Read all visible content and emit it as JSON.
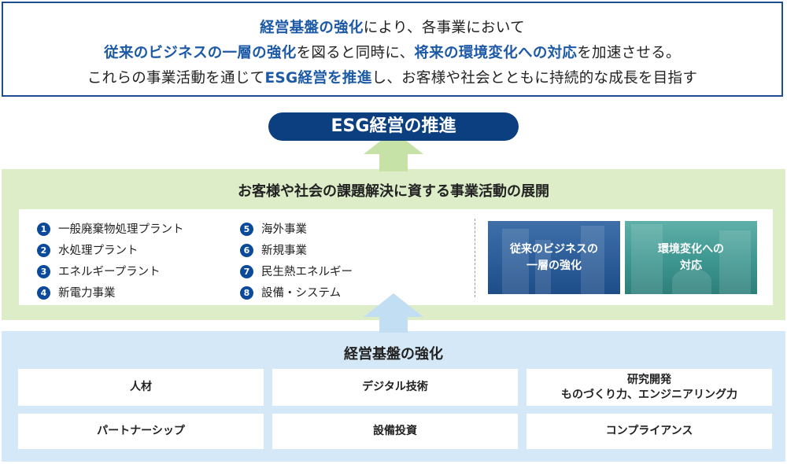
{
  "message": {
    "line1": {
      "a": "経営基盤の強化",
      "b": "により、各事業において"
    },
    "line2": {
      "a": "従来のビジネスの一層の強化",
      "b": "を図ると同時に、",
      "c": "将来の環境変化への対応",
      "d": "を加速させる。"
    },
    "line3": {
      "a": "これらの事業活動を通じて",
      "b": "ESG経営を推進",
      "c": "し、お客様や社会とともに持続的な成長を目指す"
    }
  },
  "esg_pill": "ESG経営の推進",
  "business": {
    "title": "お客様や社会の課題解決に資する事業活動の展開",
    "items": [
      {
        "num": "1",
        "label": "一般廃棄物処理プラント"
      },
      {
        "num": "2",
        "label": "水処理プラント"
      },
      {
        "num": "3",
        "label": "エネルギープラント"
      },
      {
        "num": "4",
        "label": "新電力事業"
      },
      {
        "num": "5",
        "label": "海外事業"
      },
      {
        "num": "6",
        "label": "新規事業"
      },
      {
        "num": "7",
        "label": "民生熱エネルギー"
      },
      {
        "num": "8",
        "label": "設備・システム"
      }
    ],
    "photo1": {
      "line1": "従来のビジネスの",
      "line2": "一層の強化"
    },
    "photo2": {
      "line1": "環境変化への",
      "line2": "対応"
    }
  },
  "foundation": {
    "title": "経営基盤の強化",
    "cells": [
      {
        "line1": "人材",
        "line2": ""
      },
      {
        "line1": "デジタル技術",
        "line2": ""
      },
      {
        "line1": "研究開発",
        "line2": "ものづくり力、エンジニアリング力"
      },
      {
        "line1": "パートナーシップ",
        "line2": ""
      },
      {
        "line1": "設備投資",
        "line2": ""
      },
      {
        "line1": "コンプライアンス",
        "line2": ""
      }
    ]
  },
  "colors": {
    "navy": "#0b3f80",
    "highlight": "#1d5aa6",
    "green_bg": "#dcedc8",
    "blue_bg": "#d4e8f7"
  }
}
